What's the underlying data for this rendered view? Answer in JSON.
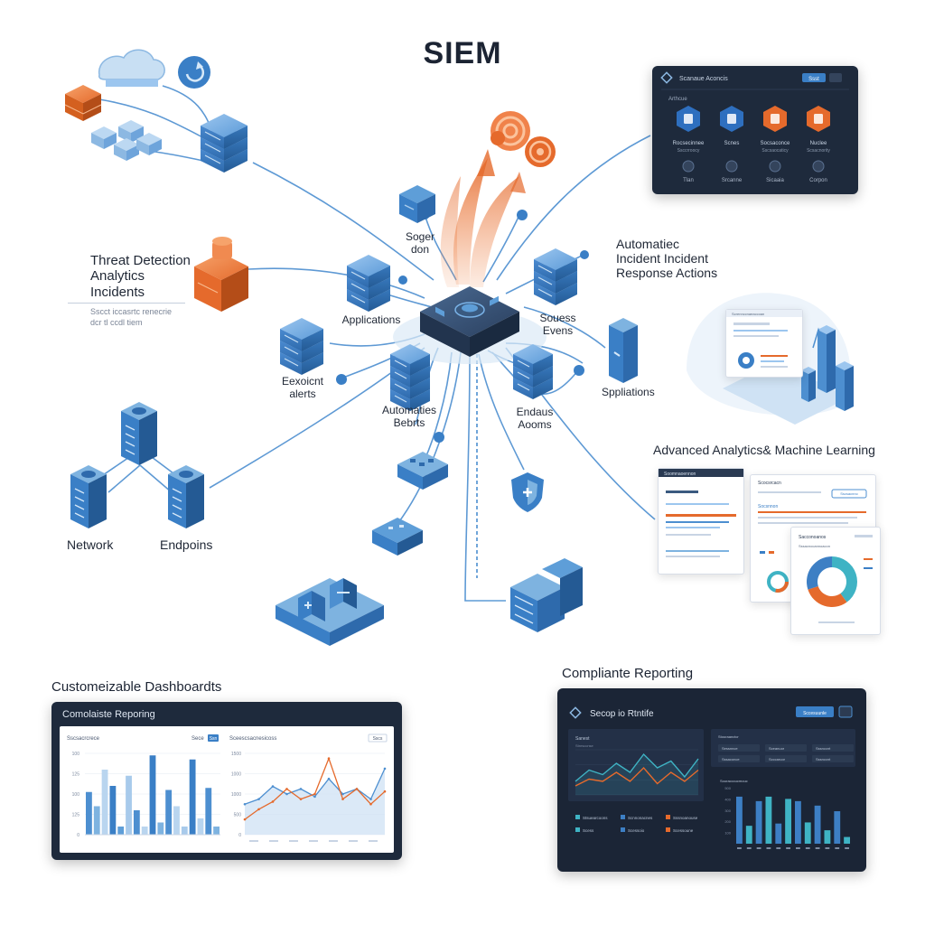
{
  "title": "SIEM",
  "labels": {
    "threat": [
      "Threat Detection",
      "Analytics",
      "Incidents"
    ],
    "threat_note": [
      "Sscct iccasrtc renecrie",
      "dcr tl ccdl tiem"
    ],
    "soger": [
      "Soger",
      "don"
    ],
    "applications": "Applications",
    "automatic_response": [
      "Automatiec",
      "Incident Incident",
      "Response Actions"
    ],
    "sources_events": [
      "Souess",
      "Evens"
    ],
    "spplications": "Sppliations",
    "eexoicnt": [
      "Eexoicnt",
      "alerts"
    ],
    "automaties": [
      "Automaties",
      "Bebrts"
    ],
    "endauns": [
      "Endaus",
      "Aooms"
    ],
    "network": "Network",
    "endpoins": "Endpoins",
    "advanced": "Advanced Analytics& Machine Learning",
    "customizable": "Customeizable Dashboardts",
    "compliance_top": "Compliante Reporting"
  },
  "top_panel": {
    "title": "Scanaue Aconcis",
    "tab": "Arthcue",
    "btn": "Ssst",
    "items": [
      {
        "label": "Rocsecinnee",
        "sub": "Ssccrroocy"
      },
      {
        "label": "Scnes",
        "sub": ""
      },
      {
        "label": "Socsaconce",
        "sub": "Sscsaocaticy"
      },
      {
        "label": "Nuclee",
        "sub": "Scsacnority"
      }
    ],
    "items2": [
      "Tlan",
      "Srcanne",
      "Sicaaia",
      "Corpon"
    ],
    "colors": [
      "#2e6fbf",
      "#2e6fbf",
      "#e56a2c",
      "#e56a2c"
    ]
  },
  "left_dash": {
    "header": "Comolaiste Reporing",
    "subtitle": "Sscsacrcrece",
    "tabs": [
      "Sece",
      "Ssn"
    ],
    "chart2_title": "Sceescsacnesicoss",
    "btn": "Sscs",
    "yticks1": [
      "100",
      "125",
      "100",
      "125",
      "0"
    ],
    "yticks2": [
      "1500",
      "1000",
      "1000",
      "500",
      "0"
    ]
  },
  "right_dash": {
    "header": "Secop io Rtntife",
    "btn": "Sccesuunle",
    "line_label": "Sanest",
    "line_sub": "Stnrsccnse",
    "side_title": "Stouraanctcr",
    "side_rows": [
      [
        "Sessnnce",
        "Sceanuor",
        "Sssnccnt"
      ],
      [
        "Sssaconce",
        "Scccaruor",
        "Sssnccnt"
      ]
    ],
    "legend_rows": [
      [
        "Stsuearcoons",
        "Scnnonacnes",
        "Sssnoanouse"
      ],
      [
        "Scess",
        "Scessoio",
        "Scessoune"
      ]
    ],
    "bar_title": "Souracccucmouc",
    "bar_ticks": [
      "100",
      "200",
      "300",
      "400",
      "500"
    ],
    "colors": {
      "bg": "#1b2536",
      "teal": "#3fb3c4",
      "blue": "#3d7fc4",
      "orange": "#e56a2c"
    }
  },
  "right_cards": {
    "card1_title": "Soomnaoennon",
    "card2_title": "Scocsrcacn",
    "card2_btn": "Sscsacnno",
    "card2_sub": "Socsnnon",
    "card3_title": "Sacconoanos",
    "card3_sub": "Sssacnocannoacon"
  },
  "analytics_panel": {
    "title": "Scrennccnaeaccoan"
  },
  "chart_data": [
    {
      "type": "bar",
      "values": [
        105,
        70,
        160,
        120,
        20,
        145,
        60,
        20,
        195,
        30,
        110,
        70,
        20,
        185,
        40,
        115,
        20
      ],
      "colors": [
        "#4d8fd0",
        "#7eb3e0",
        "#b9d5ef",
        "#3a7fc6",
        "#5e9ed8",
        "#a8caeb",
        "#4d8fd0",
        "#b9d5ef",
        "#3a7fc6",
        "#7eb3e0",
        "#4d8fd0",
        "#b9d5ef",
        "#a8caeb",
        "#3a7fc6",
        "#b9d5ef",
        "#4d8fd0",
        "#7eb3e0"
      ],
      "ylim": [
        0,
        200
      ]
    },
    {
      "type": "area",
      "x": [
        0,
        1,
        2,
        3,
        4,
        5,
        6,
        7,
        8,
        9,
        10
      ],
      "series": [
        {
          "values": [
            600,
            700,
            950,
            800,
            900,
            750,
            1100,
            800,
            900,
            700,
            1300
          ]
        },
        {
          "values": [
            300,
            500,
            650,
            900,
            700,
            800,
            1500,
            700,
            900,
            600,
            850
          ]
        }
      ],
      "colors": [
        "#4d8fd0",
        "#e56a2c"
      ],
      "ylim": [
        0,
        1600
      ]
    },
    {
      "type": "line",
      "series": [
        {
          "values": [
            30,
            55,
            45,
            70,
            50,
            90,
            60,
            75,
            40,
            80
          ]
        },
        {
          "values": [
            20,
            35,
            30,
            50,
            30,
            60,
            25,
            50,
            30,
            55
          ]
        }
      ],
      "colors": [
        "#3fb3c4",
        "#e56a2c"
      ],
      "ylim": [
        0,
        100
      ]
    },
    {
      "type": "bar",
      "values": [
        420,
        160,
        380,
        420,
        180,
        400,
        380,
        190,
        340,
        120,
        290,
        60
      ],
      "colors": [
        "#3d7fc4",
        "#3fb3c4",
        "#3d7fc4",
        "#3fb3c4",
        "#3d7fc4",
        "#3fb3c4",
        "#3d7fc4",
        "#3fb3c4",
        "#3d7fc4",
        "#3fb3c4",
        "#3d7fc4",
        "#3fb3c4"
      ],
      "ylim": [
        0,
        500
      ]
    },
    {
      "type": "pie",
      "values": [
        40,
        30,
        30
      ],
      "colors": [
        "#3fb3c4",
        "#e56a2c",
        "#3d7fc4"
      ]
    }
  ]
}
